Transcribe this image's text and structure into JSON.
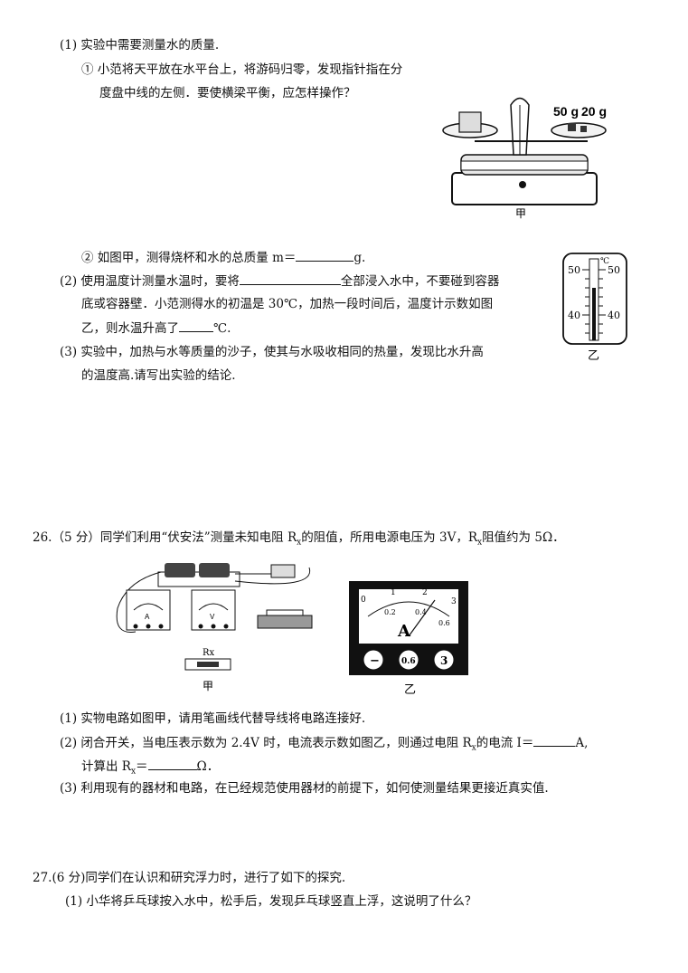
{
  "q25": {
    "p1": "(1)  实验中需要测量水的质量.",
    "p1a_line1": "①  小范将天平放在水平台上，将游码归零，发现指针指在分",
    "p1a_line2": "度盘中线的左侧．要使横梁平衡，应怎样操作？",
    "balance_weight_1": "50 g",
    "balance_weight_2": "20 g",
    "fig_jia": "甲",
    "p1b_a": "②  如图甲，测得烧杯和水的总质量 m＝",
    "p1b_b": "g.",
    "p2_a": "(2)  使用温度计测量水温时，要将",
    "p2_b": "全部浸入水中，不要碰到容器",
    "p2_line2": "底或容器壁．小范测得水的初温是 30℃，加热一段时间后，温度计示数如图",
    "p2_line3_a": "乙，则水温升高了",
    "p2_line3_b": "℃.",
    "p3_line1": "(3)  实验中，加热与水等质量的沙子，使其与水吸收相同的热量，发现比水升高",
    "p3_line2": "的温度高.请写出实验的结论.",
    "thermo_unit": "℃",
    "thermo_50": "50",
    "thermo_40": "40",
    "fig_yi": "乙"
  },
  "q26": {
    "head_a": "26.（5 分）同学们利用“伏安法”测量未知电阻 R",
    "head_sub": "x",
    "head_b": "的阻值，所用电源电压为 3V，R",
    "head_sub2": "x",
    "head_c": "阻值约为 5Ω．",
    "rx_label": "Rx",
    "ammeter_letter": "A",
    "voltmeter_letter": "V",
    "meter_ticks_top": [
      "0",
      "1",
      "2",
      "3"
    ],
    "meter_ticks_bottom": [
      "0.2",
      "0.4",
      "0.6"
    ],
    "terminal_minus": "−",
    "terminal_06": "0.6",
    "terminal_3": "3",
    "fig_jia": "甲",
    "fig_yi": "乙",
    "p1": "(1)  实物电路如图甲，请用笔画线代替导线将电路连接好.",
    "p2_a": "(2)  闭合开关，当电压表示数为 2.4V 时，电流表示数如图乙，则通过电阻 R",
    "p2_sub": "x",
    "p2_b": "的电流 I＝",
    "p2_c": "A,",
    "p2_line2_a": "计算出 R",
    "p2_line2_sub": "x",
    "p2_line2_b": "＝",
    "p2_line2_c": "Ω．",
    "p3": "(3)  利用现有的器材和电路，在已经规范使用器材的前提下，如何使测量结果更接近真实值."
  },
  "q27": {
    "head": "27.(6 分)同学们在认识和研究浮力时，进行了如下的探究.",
    "p1": "(1)  小华将乒乓球按入水中，松手后，发现乒乓球竖直上浮，这说明了什么？"
  }
}
